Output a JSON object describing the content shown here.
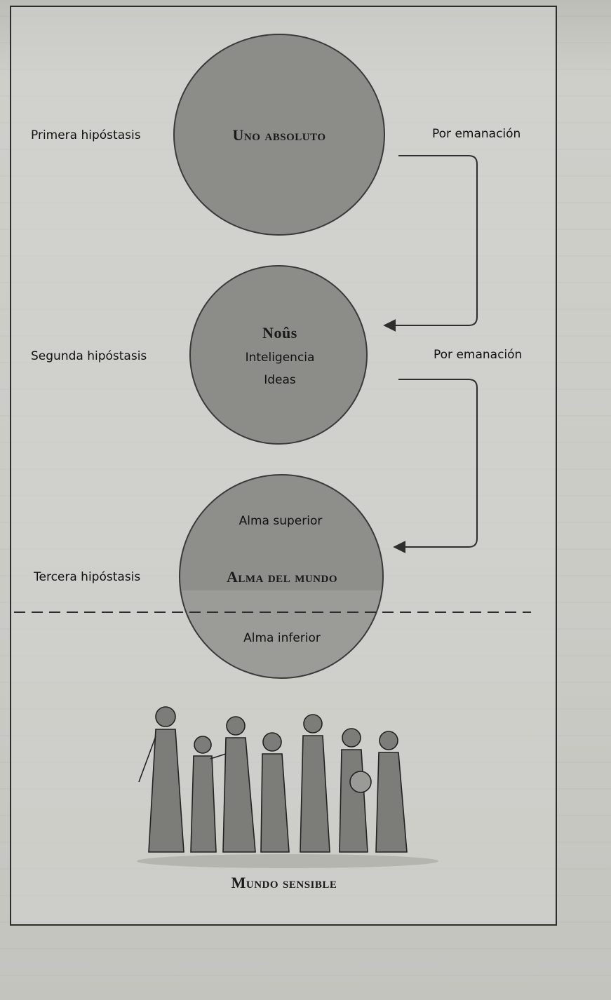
{
  "hypostases": [
    {
      "level_label": "Primera hipóstasis",
      "title": "Uno absoluto",
      "lines": []
    },
    {
      "level_label": "Segunda hipóstasis",
      "title": "Noûs",
      "lines": [
        "Inteligencia",
        "Ideas"
      ]
    },
    {
      "level_label": "Tercera hipóstasis",
      "title": "Alma del mundo",
      "lines": [
        "Alma superior",
        "Alma inferior"
      ]
    }
  ],
  "arrows": [
    {
      "label": "Por emanación"
    },
    {
      "label": "Por emanación"
    }
  ],
  "bottom": {
    "title": "Mundo sensible"
  },
  "colors": {
    "circle_fill": "#8c8c89",
    "line": "#2e2e2e",
    "panel_bg": "#d4d4cf"
  },
  "icons": [
    "people-illustration"
  ]
}
